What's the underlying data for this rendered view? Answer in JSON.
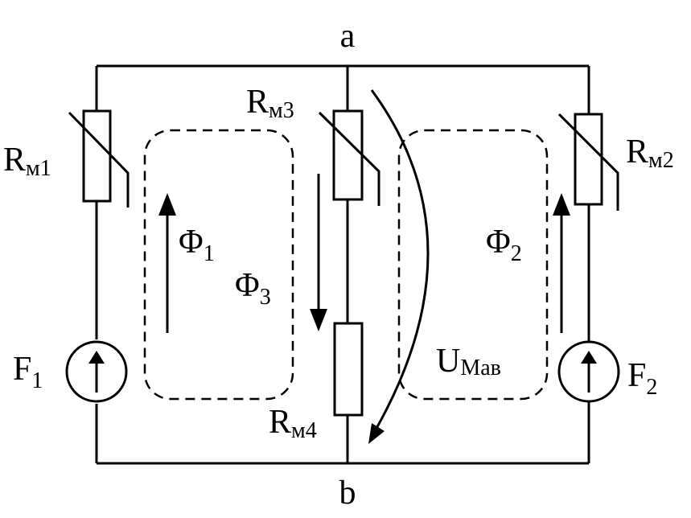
{
  "nodes": {
    "top": "a",
    "bottom": "b"
  },
  "resistors": {
    "rm1": {
      "main": "R",
      "sub": "м1"
    },
    "rm2": {
      "main": "R",
      "sub": "м2"
    },
    "rm3": {
      "main": "R",
      "sub": "м3"
    },
    "rm4": {
      "main": "R",
      "sub": "м4"
    }
  },
  "sources": {
    "f1": {
      "main": "F",
      "sub": "1"
    },
    "f2": {
      "main": "F",
      "sub": "2"
    }
  },
  "fluxes": {
    "phi1": {
      "main": "Φ",
      "sub": "1"
    },
    "phi2": {
      "main": "Φ",
      "sub": "2"
    },
    "phi3": {
      "main": "Φ",
      "sub": "3"
    }
  },
  "voltage": {
    "main": "U",
    "sub": "Мав"
  }
}
